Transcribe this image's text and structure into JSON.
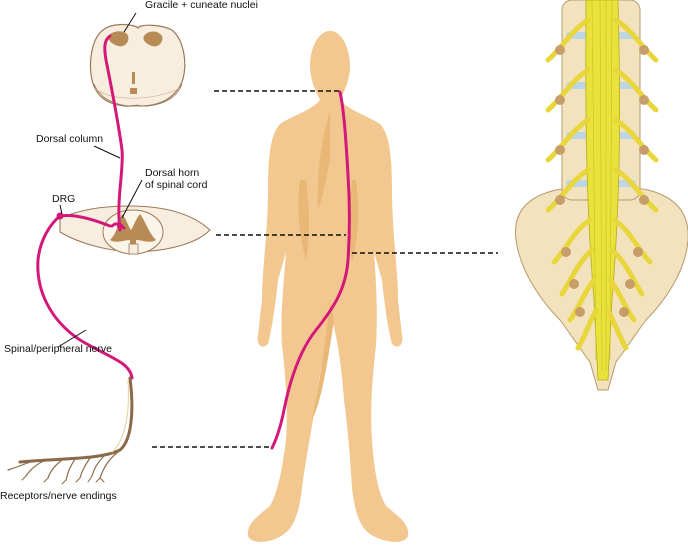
{
  "labels": {
    "gracile_cuneate": "Gracile + cuneate nuclei",
    "dorsal_column": "Dorsal column",
    "dorsal_horn_line1": "Dorsal horn",
    "dorsal_horn_line2": "of spinal cord",
    "drg": "DRG",
    "spinal_peripheral_nerve": "Spinal/peripheral nerve",
    "receptors": "Receptors/nerve endings"
  },
  "colors": {
    "pathway": "#d4187a",
    "body_silhouette": "#f2c890",
    "body_shadow": "#e9b877",
    "grey_matter": "#b88a55",
    "cord_tissue": "#f8eedf",
    "cord_outline": "#9a7a5a",
    "nerve_fibers": "#e8e23a",
    "bone": "#f2e2bd",
    "disc": "#bcd6e6",
    "nerve_ending": "#8a6a4a"
  }
}
